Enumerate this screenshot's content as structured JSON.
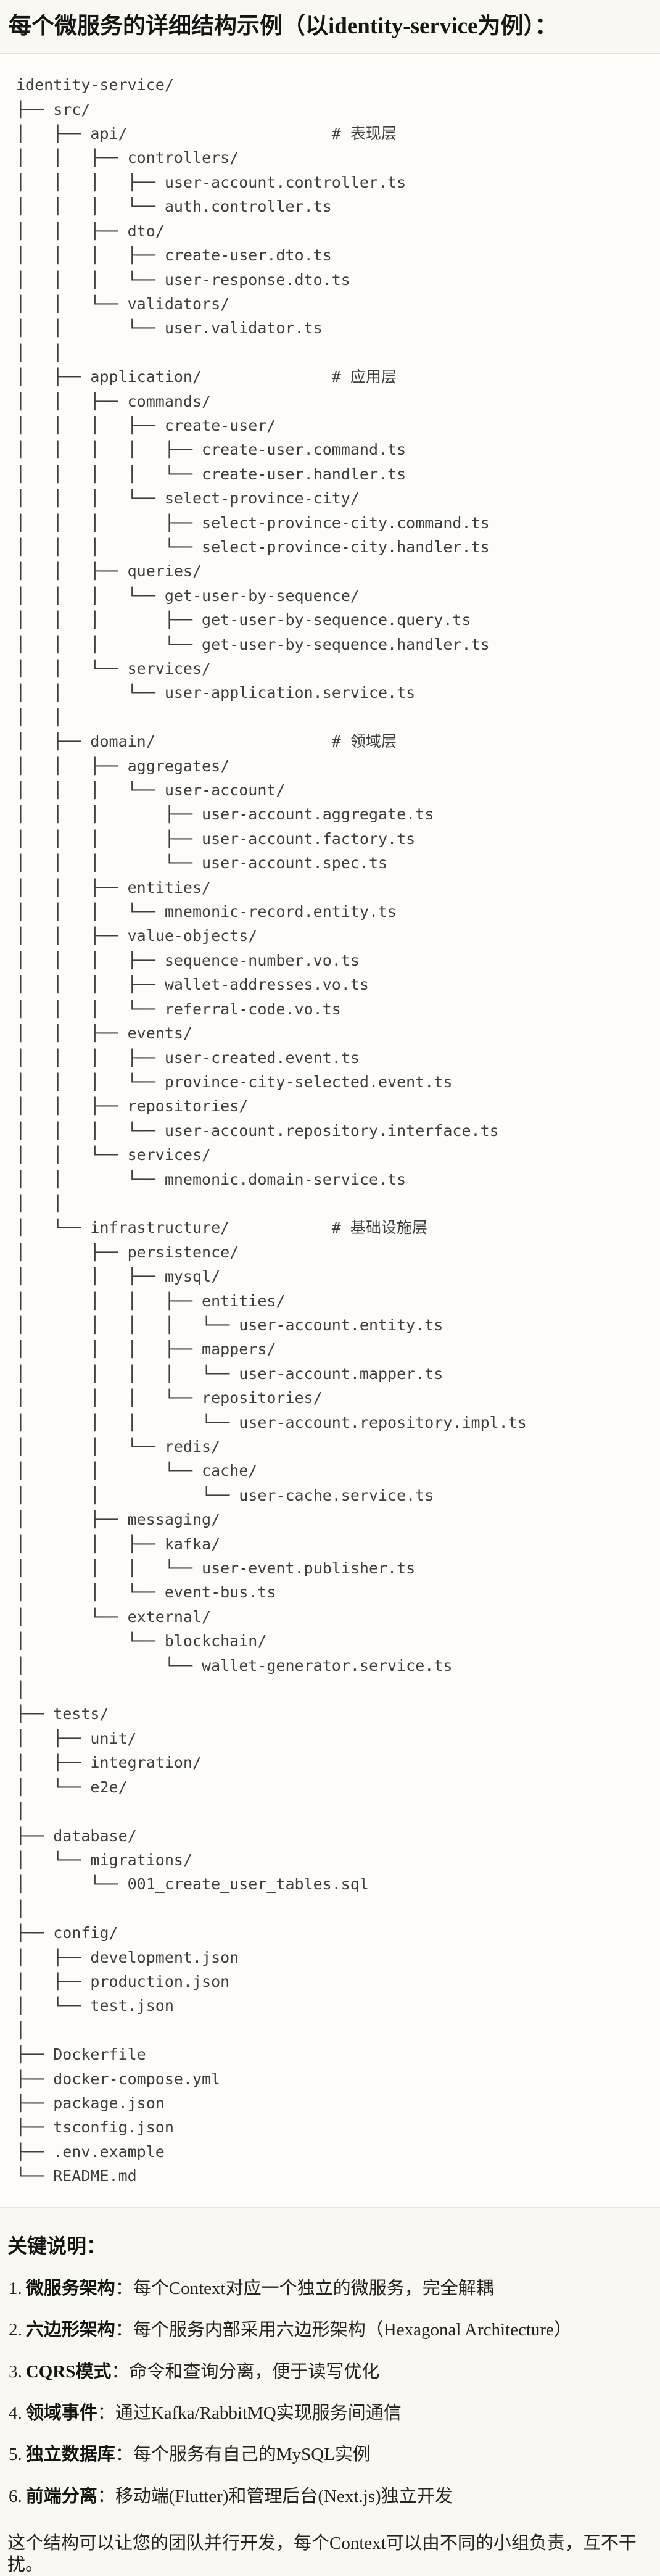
{
  "title": "每个微服务的详细结构示例（以identity-service为例）：",
  "tree": {
    "lines": [
      "identity-service/",
      "├── src/",
      "│   ├── api/                      # 表现层",
      "│   │   ├── controllers/",
      "│   │   │   ├── user-account.controller.ts",
      "│   │   │   └── auth.controller.ts",
      "│   │   ├── dto/",
      "│   │   │   ├── create-user.dto.ts",
      "│   │   │   └── user-response.dto.ts",
      "│   │   └── validators/",
      "│   │       └── user.validator.ts",
      "│   │",
      "│   ├── application/              # 应用层",
      "│   │   ├── commands/",
      "│   │   │   ├── create-user/",
      "│   │   │   │   ├── create-user.command.ts",
      "│   │   │   │   └── create-user.handler.ts",
      "│   │   │   └── select-province-city/",
      "│   │   │       ├── select-province-city.command.ts",
      "│   │   │       └── select-province-city.handler.ts",
      "│   │   ├── queries/",
      "│   │   │   └── get-user-by-sequence/",
      "│   │   │       ├── get-user-by-sequence.query.ts",
      "│   │   │       └── get-user-by-sequence.handler.ts",
      "│   │   └── services/",
      "│   │       └── user-application.service.ts",
      "│   │",
      "│   ├── domain/                   # 领域层",
      "│   │   ├── aggregates/",
      "│   │   │   └── user-account/",
      "│   │   │       ├── user-account.aggregate.ts",
      "│   │   │       ├── user-account.factory.ts",
      "│   │   │       └── user-account.spec.ts",
      "│   │   ├── entities/",
      "│   │   │   └── mnemonic-record.entity.ts",
      "│   │   ├── value-objects/",
      "│   │   │   ├── sequence-number.vo.ts",
      "│   │   │   ├── wallet-addresses.vo.ts",
      "│   │   │   └── referral-code.vo.ts",
      "│   │   ├── events/",
      "│   │   │   ├── user-created.event.ts",
      "│   │   │   └── province-city-selected.event.ts",
      "│   │   ├── repositories/",
      "│   │   │   └── user-account.repository.interface.ts",
      "│   │   └── services/",
      "│   │       └── mnemonic.domain-service.ts",
      "│   │",
      "│   └── infrastructure/           # 基础设施层",
      "│       ├── persistence/",
      "│       │   ├── mysql/",
      "│       │   │   ├── entities/",
      "│       │   │   │   └── user-account.entity.ts",
      "│       │   │   ├── mappers/",
      "│       │   │   │   └── user-account.mapper.ts",
      "│       │   │   └── repositories/",
      "│       │   │       └── user-account.repository.impl.ts",
      "│       │   └── redis/",
      "│       │       └── cache/",
      "│       │           └── user-cache.service.ts",
      "│       ├── messaging/",
      "│       │   ├── kafka/",
      "│       │   │   └── user-event.publisher.ts",
      "│       │   └── event-bus.ts",
      "│       └── external/",
      "│           └── blockchain/",
      "│               └── wallet-generator.service.ts",
      "│",
      "├── tests/",
      "│   ├── unit/",
      "│   ├── integration/",
      "│   └── e2e/",
      "│",
      "├── database/",
      "│   └── migrations/",
      "│       └── 001_create_user_tables.sql",
      "│",
      "├── config/",
      "│   ├── development.json",
      "│   ├── production.json",
      "│   └── test.json",
      "│",
      "├── Dockerfile",
      "├── docker-compose.yml",
      "├── package.json",
      "├── tsconfig.json",
      "├── .env.example",
      "└── README.md"
    ]
  },
  "notes": {
    "heading": "关键说明：",
    "items": [
      {
        "num": "1.",
        "term": "微服务架构",
        "sep": "：",
        "text": "每个Context对应一个独立的微服务，完全解耦"
      },
      {
        "num": "2.",
        "term": "六边形架构",
        "sep": "：",
        "text": "每个服务内部采用六边形架构（Hexagonal Architecture）"
      },
      {
        "num": "3.",
        "term": "CQRS模式",
        "sep": "：",
        "text": "命令和查询分离，便于读写优化"
      },
      {
        "num": "4.",
        "term": "领域事件",
        "sep": "：",
        "text": "通过Kafka/RabbitMQ实现服务间通信"
      },
      {
        "num": "5.",
        "term": "独立数据库",
        "sep": "：",
        "text": "每个服务有自己的MySQL实例"
      },
      {
        "num": "6.",
        "term": "前端分离",
        "sep": "：",
        "text": "移动端(Flutter)和管理后台(Next.js)独立开发"
      }
    ]
  },
  "closing": "这个结构可以让您的团队并行开发，每个Context可以由不同的小组负责，互不干扰。"
}
